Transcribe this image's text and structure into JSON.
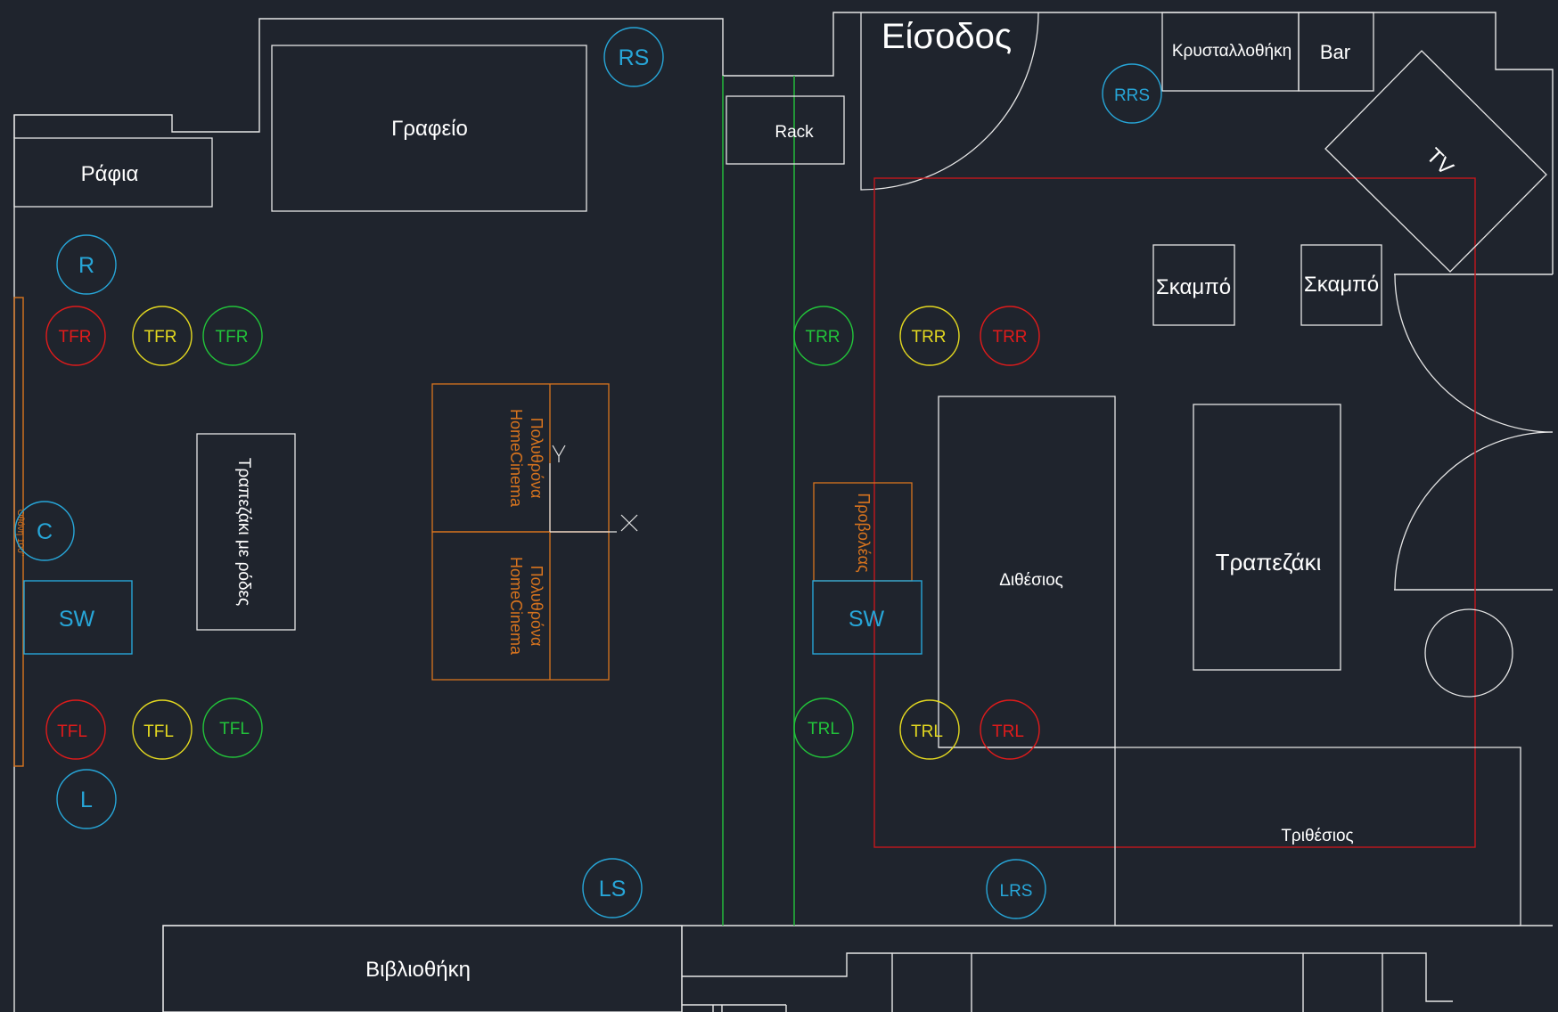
{
  "colors": {
    "background": "#1f242d",
    "walls": "#e6e6e6",
    "speaker_blue": "#27a6d8",
    "speaker_red": "#e01b1b",
    "speaker_yellow": "#e3d820",
    "speaker_green": "#22c43a",
    "furniture_orange": "#d8741e",
    "zone_red": "#c4161c",
    "cable_green": "#24b03a"
  },
  "rooms": {
    "entrance": "Είσοδος",
    "office": "Γραφείο",
    "shelf": "Ράφια",
    "rack": "Rack",
    "crystal_cabinet": "Κρυσταλλοθήκη",
    "bar": "Bar",
    "tv": "TV",
    "stool_1": "Σκαμπό",
    "stool_2": "Σκαμπό",
    "coffee_table_wheels": "Τραπεζάκι με ρόδες",
    "two_seater": "Διθέσιος",
    "coffee_table": "Τραπεζάκι",
    "three_seater": "Τριθέσιος",
    "library": "Βιβλιοθήκη",
    "screen_label": "Οθόνη 100\"",
    "projector": "Προβολέας",
    "recliner_top_line1": "Πολυθρόνα",
    "recliner_top_line2": "HomeCinema",
    "recliner_bottom_line1": "Πολυθρόνα",
    "recliner_bottom_line2": "HomeCinema",
    "axis_y": "Y",
    "axis_x": "X"
  },
  "speakers": {
    "RS": "RS",
    "RRS": "RRS",
    "R": "R",
    "C": "C",
    "L": "L",
    "LS": "LS",
    "LRS": "LRS",
    "SW_front": "SW",
    "SW_rear": "SW",
    "TFR_red": "TFR",
    "TFR_yellow": "TFR",
    "TFR_green": "TFR",
    "TFL_red": "TFL",
    "TFL_yellow": "TFL",
    "TFL_green": "TFL",
    "TRR_green": "TRR",
    "TRR_yellow": "TRR",
    "TRR_red": "TRR",
    "TRL_green": "TRL",
    "TRL_yellow": "TRL",
    "TRL_red": "TRL"
  }
}
